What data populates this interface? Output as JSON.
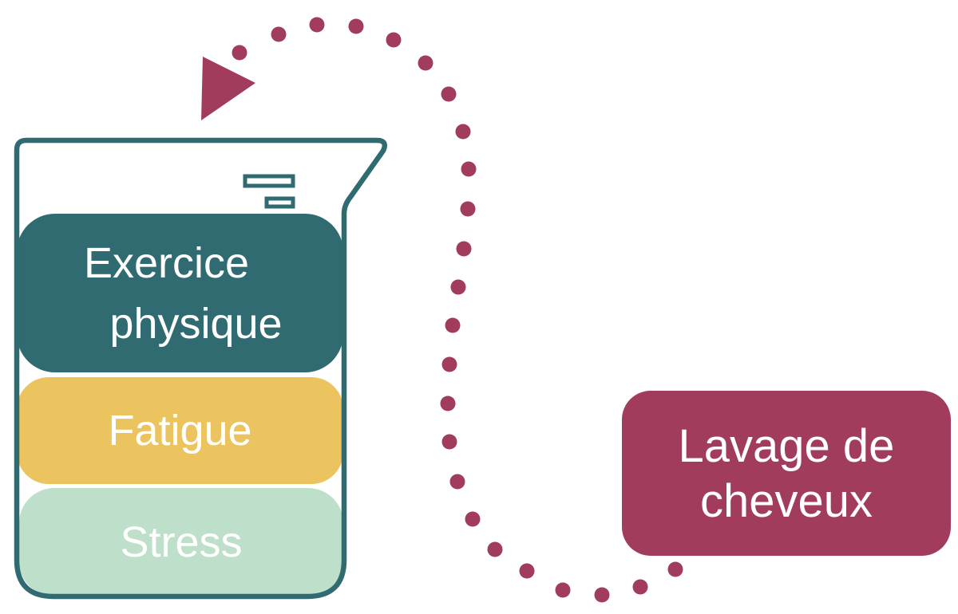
{
  "diagram": {
    "beaker": {
      "icon": "beaker-icon",
      "outline_color": "#2F6B70",
      "graduation_marks_count": 2,
      "items": [
        {
          "label": "Exercice physique",
          "lines": [
            "Exercice",
            "physique"
          ],
          "fill": "#2F6B70",
          "text_color": "#FFFFFF"
        },
        {
          "label": "Fatigue",
          "lines": [
            "Fatigue"
          ],
          "fill": "#ECC45F",
          "text_color": "#FFFFFF"
        },
        {
          "label": "Stress",
          "lines": [
            "Stress"
          ],
          "fill": "#BEE0CA",
          "text_color": "#FFFFFF"
        }
      ]
    },
    "arrow": {
      "icon": "dotted-arc-arrow-icon",
      "style": "dotted",
      "dot_count": 24,
      "color": "#A23C5C"
    },
    "result": {
      "label": "Lavage de cheveux",
      "lines": [
        "Lavage de",
        "cheveux"
      ],
      "fill": "#A23C5C",
      "text_color": "#FFFFFF"
    },
    "background_color": "#FFFFFF"
  }
}
